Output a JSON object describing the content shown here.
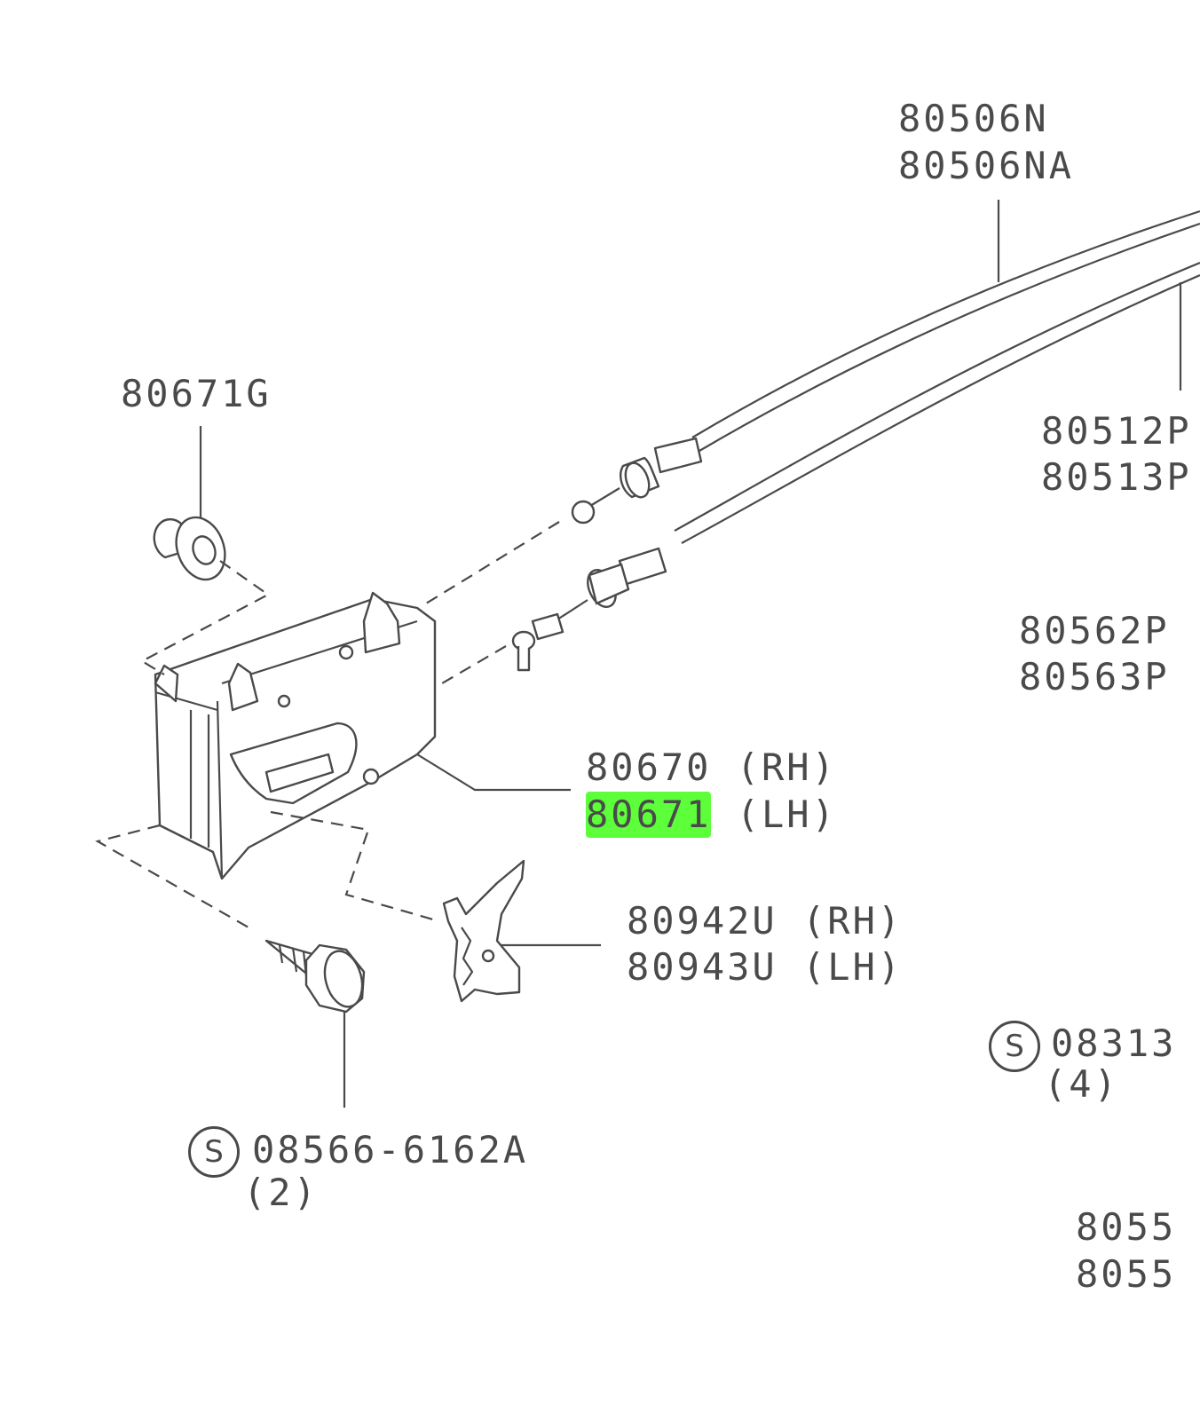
{
  "labels": {
    "cable_top_1": "80506N",
    "cable_top_2": "80506NA",
    "clip_top": "80671G",
    "cable_right_1": "80512P",
    "cable_right_2": "80513P",
    "mid_right_1": "80562P",
    "mid_right_2": "80563P",
    "handle_rh_num": "80670",
    "handle_rh_side": "(RH)",
    "handle_lh_num": "80671",
    "handle_lh_side": "(LH)",
    "lever_rh_num": "80942U",
    "lever_rh_side": "(RH)",
    "lever_lh_num": "80943U",
    "lever_lh_side": "(LH)",
    "screw_right_symbol": "S",
    "screw_right_num": "08313",
    "screw_right_qty": "(4)",
    "screw_left_symbol": "S",
    "screw_left_num": "08566-6162A",
    "screw_left_qty": "(2)",
    "bottom_right_1": "8055",
    "bottom_right_2": "8055"
  },
  "highlight_color": "#5cff3a",
  "line_color": "#4a4a4a"
}
